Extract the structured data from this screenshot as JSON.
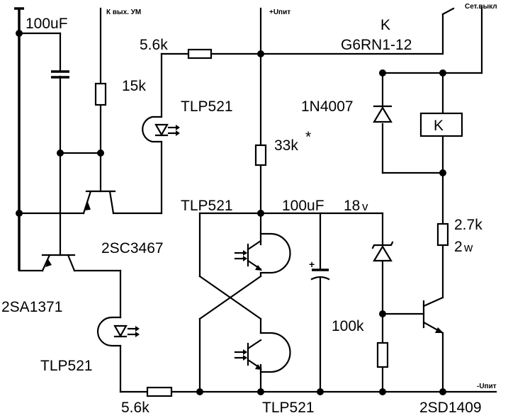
{
  "labels": {
    "cap_100uf_top": "100uF",
    "amp_output": "К вых. УМ",
    "supply_plus": "+Uпит",
    "mains_switch": "Сет.выкл",
    "relay_letter": "K",
    "relay_model": "G6RN1-12",
    "res_5_6k_top": "5.6k",
    "res_15k": "15k",
    "opto_tlp521_a": "TLP521",
    "diode_1n4007": "1N4007",
    "relay_coil": "K",
    "res_33k": "33k",
    "asterisk": "*",
    "opto_tlp521_b": "TLP521",
    "cap_100uf_mid": "100uF",
    "zener_18v": "18",
    "zener_unit": "v",
    "res_2_7k": "2.7k",
    "res_power": "2",
    "res_power_unit": "w",
    "transistor_2sc3467": "2SC3467",
    "transistor_2sa1371": "2SA1371",
    "res_100k": "100k",
    "opto_tlp521_c": "TLP521",
    "res_5_6k_bottom": "5.6k",
    "opto_tlp521_d": "TLP521",
    "transistor_2sd1409": "2SD1409",
    "supply_minus": "-Uпит"
  }
}
